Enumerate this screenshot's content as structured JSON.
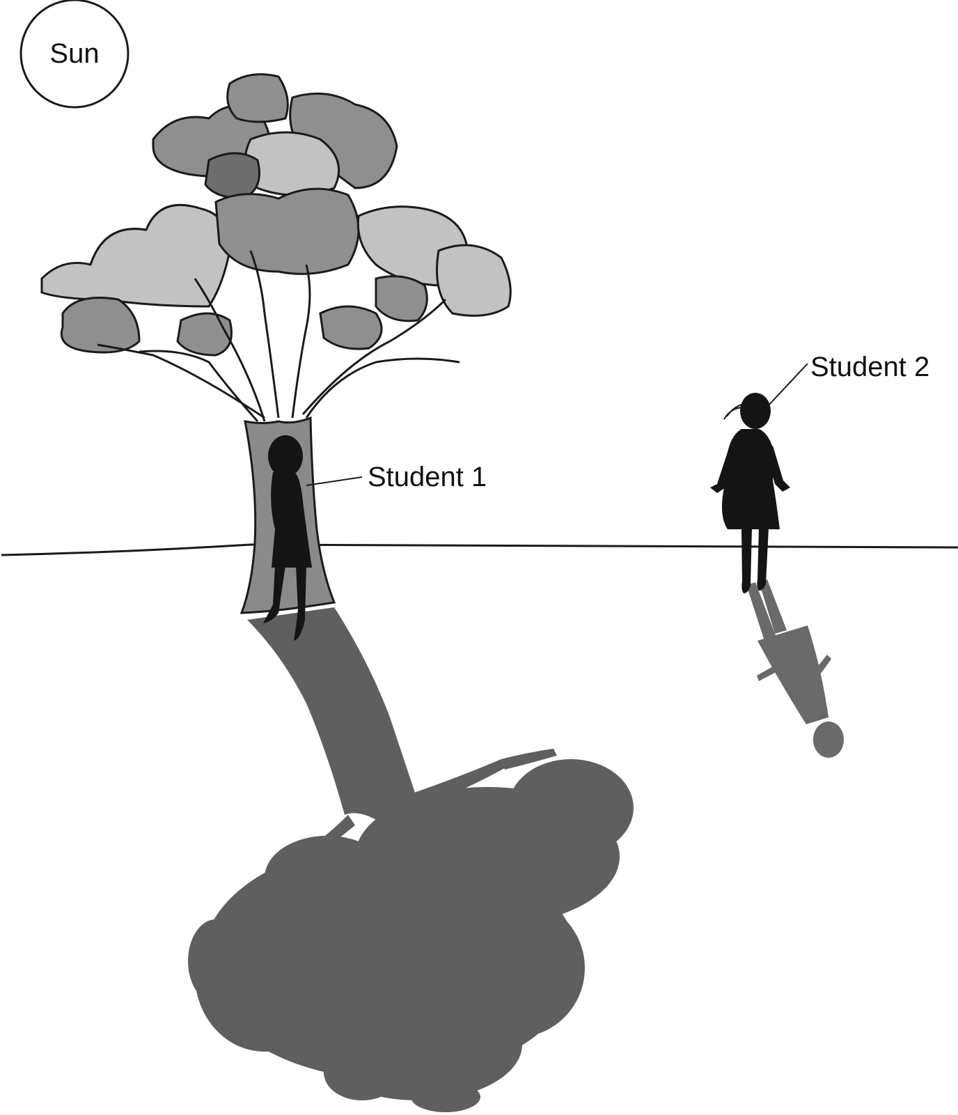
{
  "labels": {
    "sun": "Sun",
    "student_1": "Student 1",
    "student_2": "Student 2"
  },
  "colors": {
    "shadow": "#5f5f5f",
    "foliage_light": "#c2c2c2",
    "foliage_mid": "#8f8f8f",
    "foliage_dark": "#6e6e6e",
    "trunk": "#8a8a8a",
    "silhouette": "#151515",
    "outline": "#1a1a1a"
  }
}
